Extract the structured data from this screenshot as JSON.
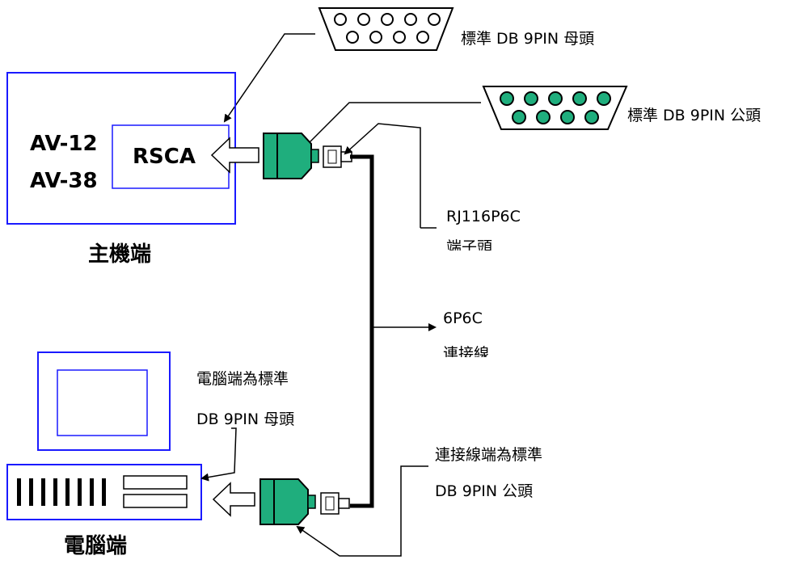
{
  "labels": {
    "db9_female_top": "標準 DB 9PIN 母頭",
    "db9_male_top": "標準 DB 9PIN 公頭",
    "av12": "AV-12",
    "av38": "AV-38",
    "rsca": "RSCA",
    "host_end": "主機端",
    "rj11": "RJ116P6C",
    "rj11_line2": "端子頭",
    "cable": "6P6C",
    "cable_line2": "連接線",
    "pc_line1": "電腦端為標準",
    "pc_line2": "DB 9PIN 母頭",
    "conn_line1": "連接線端為標準",
    "conn_line2": "DB 9PIN 公頭",
    "pc_end": "電腦端"
  },
  "colors": {
    "box_blue": "#1a1aff",
    "connector_green": "#1fae7d",
    "ink": "#000000"
  }
}
